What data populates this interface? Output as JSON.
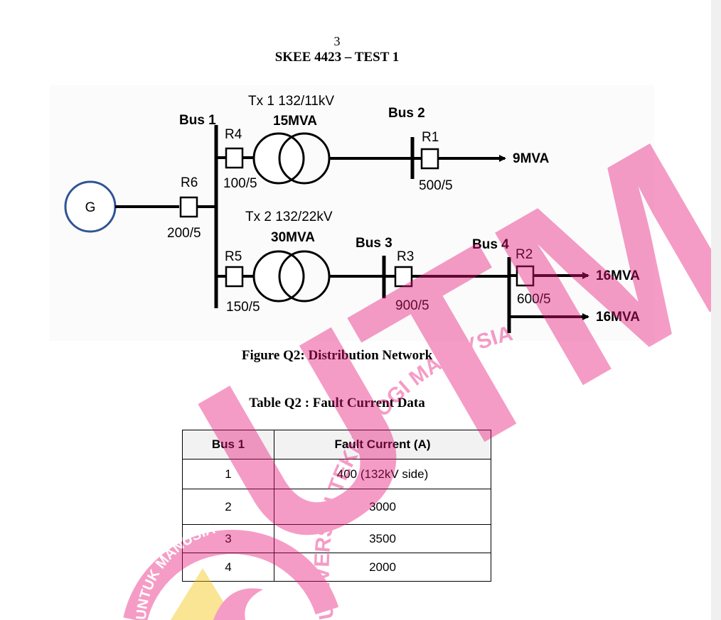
{
  "header": {
    "page_number": "3",
    "doc_title": "SKEE 4423 – TEST 1"
  },
  "diagram": {
    "generator": "G",
    "bus1": "Bus 1",
    "bus2": "Bus 2",
    "bus3": "Bus 3",
    "bus4": "Bus 4",
    "r1": "R1",
    "r1_ct": "500/5",
    "r2": "R2",
    "r2_ct": "600/5",
    "r3": "R3",
    "r3_ct": "900/5",
    "r4": "R4",
    "r4_ct": "100/5",
    "r5": "R5",
    "r5_ct": "150/5",
    "r6": "R6",
    "r6_ct": "200/5",
    "tx1_label": "Tx 1  132/11kV",
    "tx1_rating": "15MVA",
    "tx2_label": "Tx 2 132/22kV",
    "tx2_rating": "30MVA",
    "load_bus2": "9MVA",
    "load_bus4_a": "16MVA",
    "load_bus4_b": "16MVA"
  },
  "figure_caption": "Figure Q2: Distribution Network",
  "table_caption": "Table Q2 : Fault Current Data",
  "table": {
    "headers": [
      "Bus 1",
      "Fault Current (A)"
    ],
    "rows": [
      [
        "1",
        "400 (132kV side)"
      ],
      [
        "2",
        "3000"
      ],
      [
        "3",
        "3500"
      ],
      [
        "4",
        "2000"
      ]
    ]
  },
  "watermark": {
    "main": "UTM",
    "arc": "UNIVERSITI TEKNOLOGI MALAYSIA",
    "seal": "UNTUK MANUSIA"
  },
  "colors": {
    "generator_stroke": "#2f5496",
    "watermark": "#e8157a",
    "watermark_gold": "#f2c200",
    "table_header_bg": "#f2f2f2"
  }
}
